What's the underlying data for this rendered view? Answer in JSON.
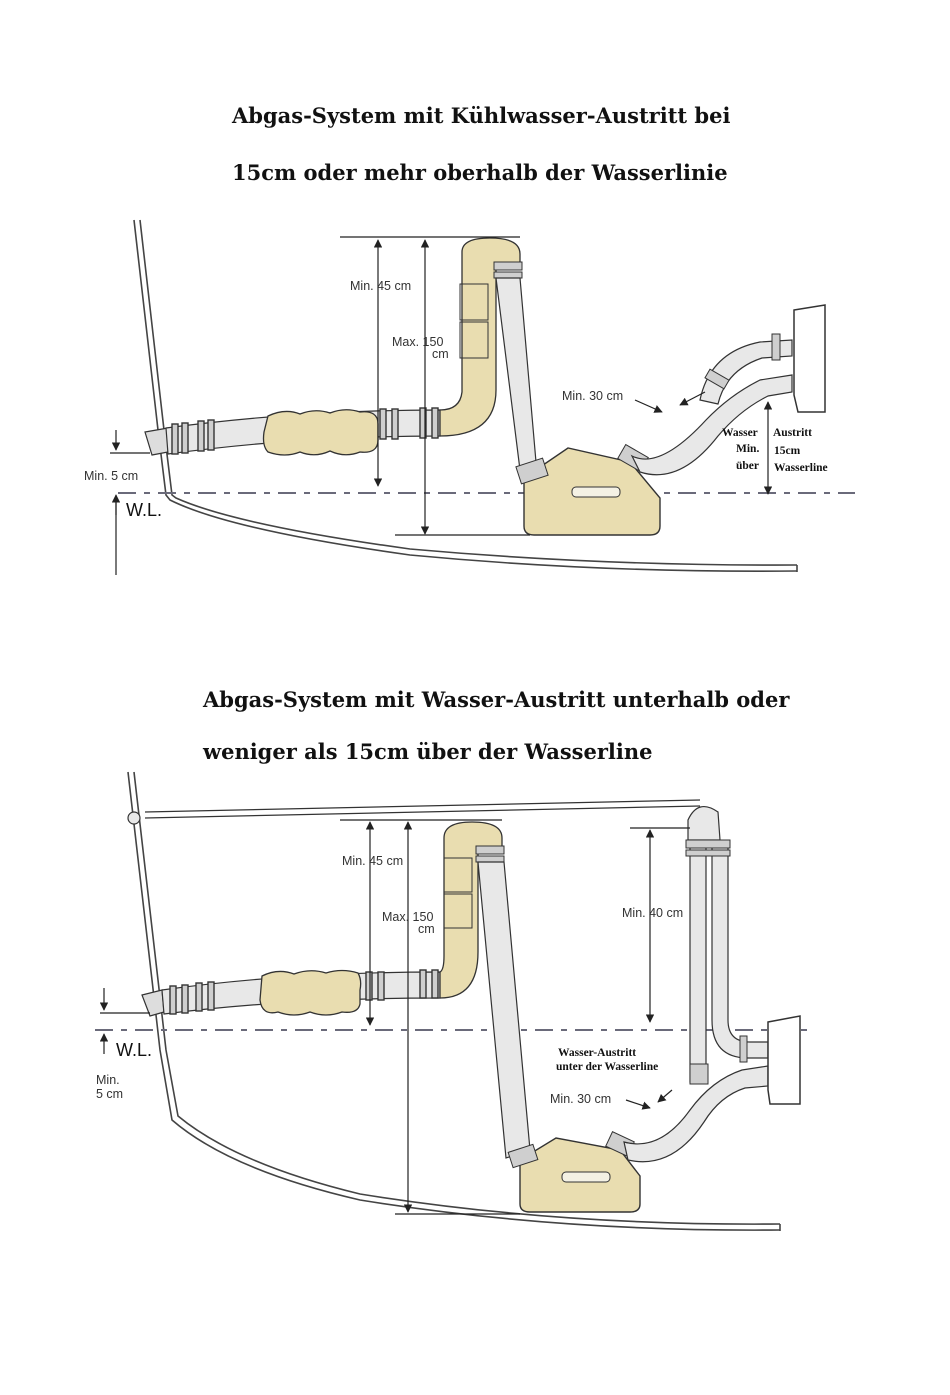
{
  "diagram1": {
    "title_line1": "Abgas-System mit Kühlwasser-Austritt bei",
    "title_line2": "15cm oder mehr oberhalb der Wasserlinie",
    "label_min45": "Min. 45 cm",
    "label_max150_a": "Max. 150",
    "label_max150_b": "cm",
    "label_min30": "Min. 30 cm",
    "label_min5": "Min.  5 cm",
    "label_wl": "W.L.",
    "label_wasser_a": "Wasser",
    "label_wasser_b": "Min.",
    "label_wasser_c": "über",
    "label_austritt_a": "Austritt",
    "label_austritt_b": "15cm",
    "label_austritt_c": "Wasserline"
  },
  "diagram2": {
    "title_line1": "Abgas-System mit Wasser-Austritt unterhalb oder",
    "title_line2": "weniger als 15cm über der Wasserline",
    "label_min45": "Min. 45 cm",
    "label_max150_a": "Max. 150",
    "label_max150_b": "cm",
    "label_min40": "Min. 40 cm",
    "label_min30": "Min. 30 cm",
    "label_min5_a": "Min.",
    "label_min5_b": "5 cm",
    "label_wl": "W.L.",
    "label_outlet_a": "Wasser-Austritt",
    "label_outlet_b": "unter der Wasserline"
  },
  "colors": {
    "component_fill": "#e9ddb0",
    "pipe_fill": "#e8e8e8",
    "waterline": "#6a6a7a"
  }
}
